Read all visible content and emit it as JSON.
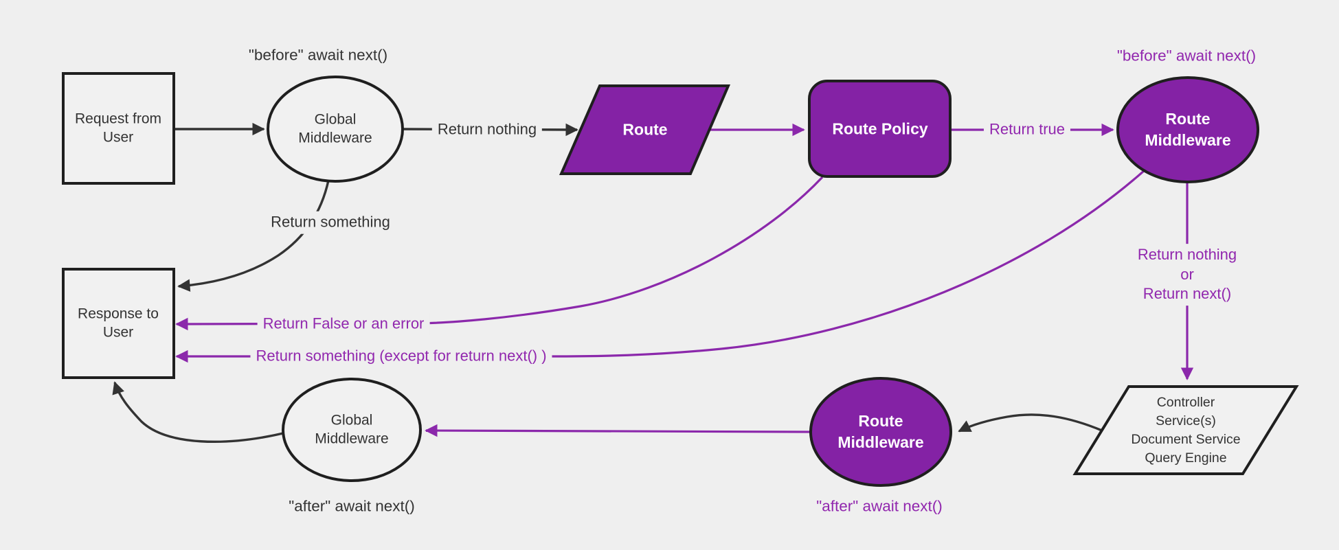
{
  "colors": {
    "background": "#efefef",
    "node_light_fill": "#f1f1f1",
    "node_stroke": "#1f1f1f",
    "purple_fill": "#8422a5",
    "purple_line": "#8b28ab",
    "purple_text": "#9127ae",
    "dark_line": "#333333",
    "dark_text": "#333333",
    "white_text": "#ffffff"
  },
  "nodes": {
    "request": {
      "label": "Request from\nUser",
      "shape": "rectangle"
    },
    "global_middleware_top": {
      "label": "Global\nMiddleware",
      "shape": "ellipse"
    },
    "route": {
      "label": "Route",
      "shape": "parallelogram"
    },
    "route_policy": {
      "label": "Route Policy",
      "shape": "rounded-rectangle"
    },
    "route_middleware_top": {
      "label": "Route\nMiddleware",
      "shape": "ellipse"
    },
    "controller": {
      "label": "Controller\nService(s)\nDocument Service\nQuery Engine",
      "shape": "parallelogram"
    },
    "route_middleware_bottom": {
      "label": "Route\nMiddleware",
      "shape": "ellipse"
    },
    "global_middleware_bottom": {
      "label": "Global\nMiddleware",
      "shape": "ellipse"
    },
    "response": {
      "label": "Response to\nUser",
      "shape": "rectangle"
    }
  },
  "edge_labels": {
    "before_global": "\"before\" await next()",
    "before_route": "\"before\" await next()",
    "after_global": "\"after\" await next()",
    "after_route": "\"after\" await next()",
    "return_nothing": "Return nothing",
    "return_true": "Return true",
    "return_something": "Return something",
    "return_false_or_error": "Return False or an error",
    "return_something_except": "Return something (except for return next() )",
    "return_nothing_or_next": "Return nothing\nor\nReturn next()"
  }
}
